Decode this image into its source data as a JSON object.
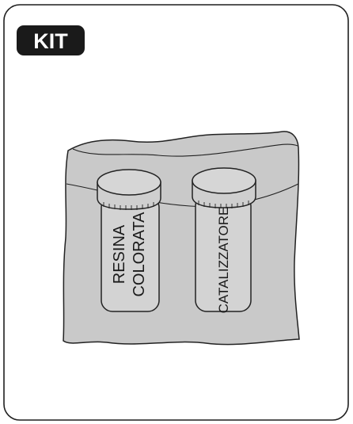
{
  "badge": {
    "label": "KIT"
  },
  "jars": [
    {
      "name": "resin-jar",
      "lines": [
        "RESINA",
        "COLORATA"
      ]
    },
    {
      "name": "catalyst-jar",
      "lines": [
        "CATALIZZATORE"
      ]
    }
  ],
  "colors": {
    "frame": "#1f1f1f",
    "badge_bg": "#1a1a1a",
    "badge_text": "#ffffff",
    "bag_fill": "#c9c9c9",
    "jar_fill": "#d3d3d3",
    "line": "#222222"
  }
}
